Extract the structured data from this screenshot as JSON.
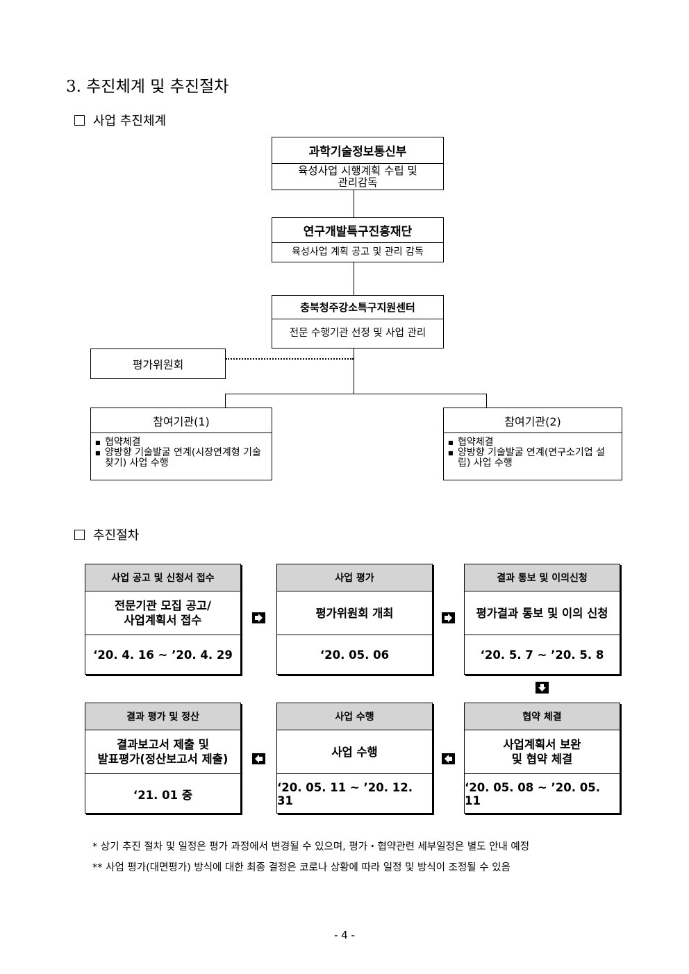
{
  "heading": "3. 추진체계 및 추진절차",
  "section1": "사업 추진체계",
  "section2": "추진절차",
  "org": {
    "ministry": {
      "name": "과학기술정보통신부",
      "desc": "육성사업 시행계획 수립 및\n관리감독"
    },
    "foundation": {
      "name": "연구개발특구진흥재단",
      "desc": "육성사업 계획 공고 및 관리 감독"
    },
    "center": {
      "name": "충북청주강소특구지원센터",
      "desc": "전문 수행기관 선정 및 사업 관리"
    },
    "committee": "평가위원회",
    "participant1": {
      "name": "참여기관(1)",
      "items": [
        "협약체결",
        "양방향 기술발굴 연계(시장연계형 기술 찾기) 사업 수행"
      ]
    },
    "participant2": {
      "name": "참여기관(2)",
      "items": [
        "협약체결",
        "양방향 기술발굴 연계(연구소기업 설립) 사업 수행"
      ]
    }
  },
  "process": [
    {
      "title": "사업 공고 및 신청서 접수",
      "main": "전문기관 모집 공고/\n사업계획서 접수",
      "date": "‘20. 4. 16 ~ ’20. 4. 29"
    },
    {
      "title": "사업 평가",
      "main": "평가위원회 개최",
      "date": "‘20. 05. 06"
    },
    {
      "title": "결과 통보 및 이의신청",
      "main": "평가결과 통보 및 이의 신청",
      "date": "‘20. 5. 7 ~ ’20. 5. 8"
    },
    {
      "title": "협약 체결",
      "main": "사업계획서 보완\n및 협약 체결",
      "date": "‘20. 05. 08 ~ ’20. 05. 11"
    },
    {
      "title": "사업 수행",
      "main": "사업 수행",
      "date": "‘20. 05. 11 ~ ’20. 12. 31"
    },
    {
      "title": "결과 평가 및 정산",
      "main": "결과보고서 제출 및\n발표평가(정산보고서 제출)",
      "date": "‘21. 01 중"
    }
  ],
  "notes": [
    "* 상기 추진 절차 및 일정은 평가 과정에서 변경될 수 있으며, 평가・협약관련 세부일정은 별도 안내 예정",
    "** 사업 평가(대면평가) 방식에 대한 최종 결정은 코로나 상황에 따라 일정 및 방식이 조정될 수 있음"
  ],
  "page_number": "- 4 -"
}
